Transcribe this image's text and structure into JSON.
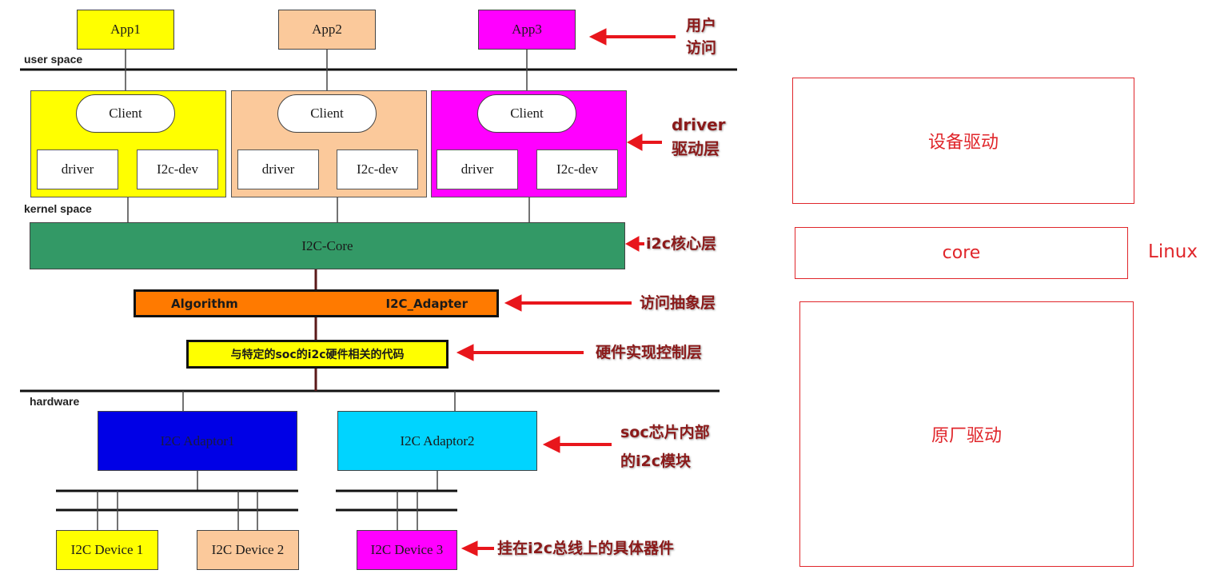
{
  "diagram": {
    "space_labels": {
      "user": "user space",
      "kernel": "kernel space",
      "hardware": "hardware"
    },
    "apps": [
      "App1",
      "App2",
      "App3"
    ],
    "clients": [
      {
        "client": "Client",
        "driver": "driver",
        "dev": "I2c-dev"
      },
      {
        "client": "Client",
        "driver": "driver",
        "dev": "I2c-dev"
      },
      {
        "client": "Client",
        "driver": "driver",
        "dev": "I2c-dev"
      }
    ],
    "core": "I2C-Core",
    "algorithm": "Algorithm",
    "adapter": "I2C_Adapter",
    "soc_code": "与特定的soc的i2c硬件相关的代码",
    "adaptors": [
      "I2C Adaptor1",
      "I2C Adaptor2"
    ],
    "devices": [
      "I2C Device 1",
      "I2C Device 2",
      "I2C Device 3"
    ]
  },
  "annotations": {
    "user_access_line1": "用户",
    "user_access_line2": "访问",
    "driver_line1": "driver",
    "driver_line2": "驱动层",
    "core_layer": "i2c核心层",
    "access_abstraction": "访问抽象层",
    "hw_control": "硬件实现控制层",
    "soc_module_line1": "soc芯片内部",
    "soc_module_line2": "的i2c模块",
    "bus_devices": "挂在i2c总线上的具体器件"
  },
  "right_panel": {
    "device_driver": "设备驱动",
    "core": "core",
    "linux": "Linux",
    "vendor_driver": "原厂驱动"
  },
  "colors": {
    "app1": "#ffff00",
    "app2": "#fbc99b",
    "app3": "#ff00ff",
    "core": "#339966",
    "algorithm": "#ff7a00",
    "adaptor1": "#0000e6",
    "adaptor2": "#00d4ff",
    "annotation": "#8b1a1a",
    "arrow": "#e8161c",
    "red_box": "#e0262b"
  }
}
